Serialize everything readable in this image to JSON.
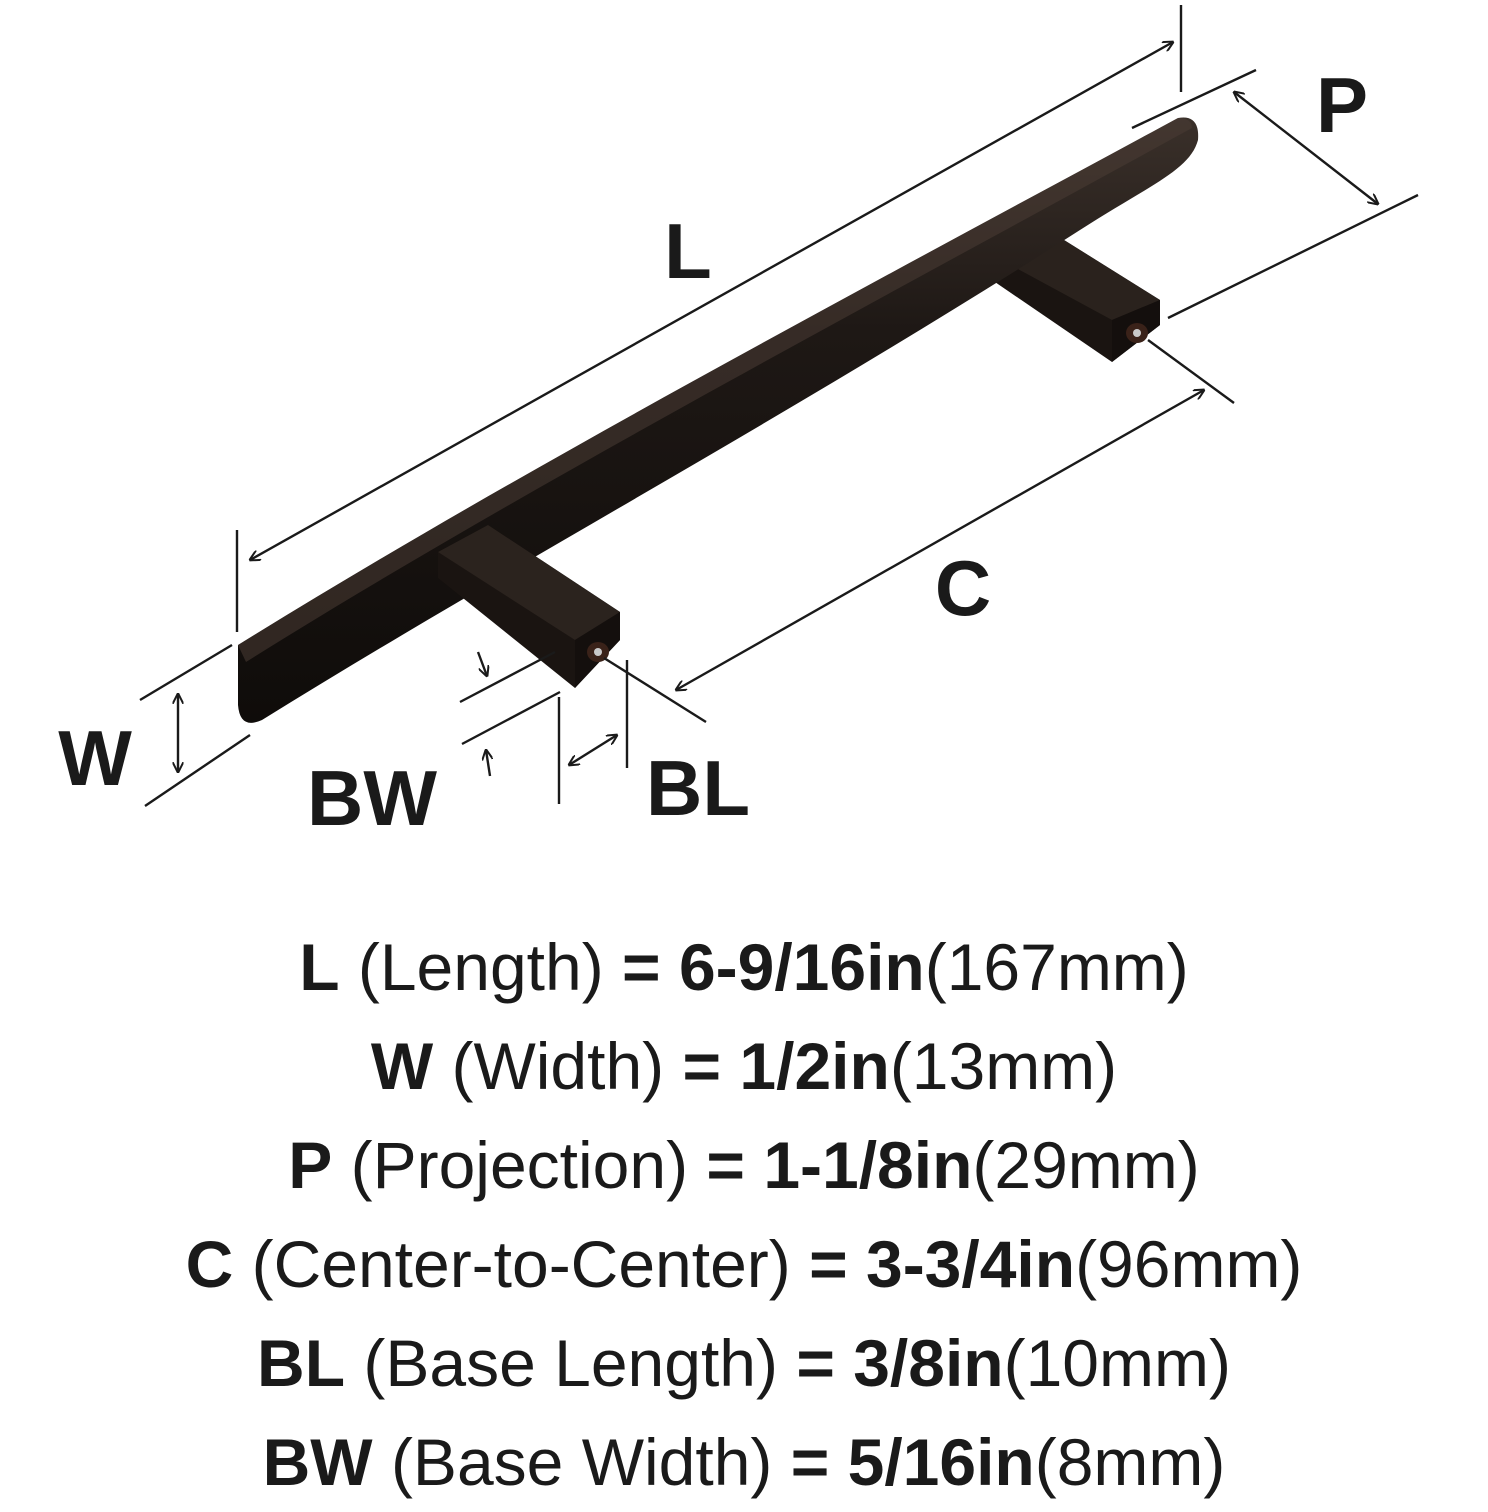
{
  "diagram": {
    "product": "bar pull cabinet handle",
    "finish_color": "#1c1714",
    "labels": {
      "L": "L",
      "P": "P",
      "C": "C",
      "W": "W",
      "BW": "BW",
      "BL": "BL"
    }
  },
  "specs": [
    {
      "code": "L",
      "name": "(Length)",
      "eq": "=",
      "inch": "6-9/16in",
      "mm": "(167mm)"
    },
    {
      "code": "W",
      "name": "(Width)",
      "eq": "=",
      "inch": "1/2in",
      "mm": "(13mm)"
    },
    {
      "code": "P",
      "name": "(Projection)",
      "eq": "=",
      "inch": "1-1/8in",
      "mm": "(29mm)"
    },
    {
      "code": "C",
      "name": "(Center-to-Center)",
      "eq": "=",
      "inch": "3-3/4in",
      "mm": "(96mm)"
    },
    {
      "code": "BL",
      "name": "(Base Length)",
      "eq": "=",
      "inch": "3/8in",
      "mm": "(10mm)"
    },
    {
      "code": "BW",
      "name": "(Base Width)",
      "eq": "=",
      "inch": "5/16in",
      "mm": "(8mm)"
    }
  ]
}
